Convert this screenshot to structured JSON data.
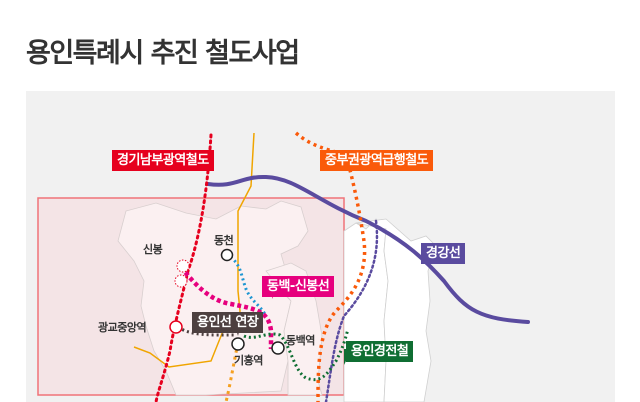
{
  "title": "용인특례시 추진 철도사업",
  "map": {
    "background_color": "#f1f1f1",
    "highlight_area_color": "#f4e4e6",
    "highlight_border_color": "#f07378",
    "lines": [
      {
        "id": "gyeonggi-south",
        "label": "경기남부광역철도",
        "color": "#e6001e",
        "style": "dotted"
      },
      {
        "id": "jungbu",
        "label": "중부권광역급행철도",
        "color": "#fa5a0a",
        "style": "dotted"
      },
      {
        "id": "gyeonggang",
        "label": "경강선",
        "color": "#5a4b9f",
        "style": "solid"
      },
      {
        "id": "dongbaek-sinbong",
        "label": "동백-신봉선",
        "color": "#e6007e",
        "style": "dotted"
      },
      {
        "id": "yongin-ext",
        "label": "용인선 연장",
        "color": "#4d4040",
        "style": "dotted"
      },
      {
        "id": "yongin-lrt",
        "label": "용인경전철",
        "color": "#0f6e32",
        "style": "dotted"
      }
    ],
    "stations": [
      {
        "name": "신봉"
      },
      {
        "name": "동천"
      },
      {
        "name": "광교중앙역"
      },
      {
        "name": "기흥역"
      },
      {
        "name": "동백역"
      }
    ]
  }
}
